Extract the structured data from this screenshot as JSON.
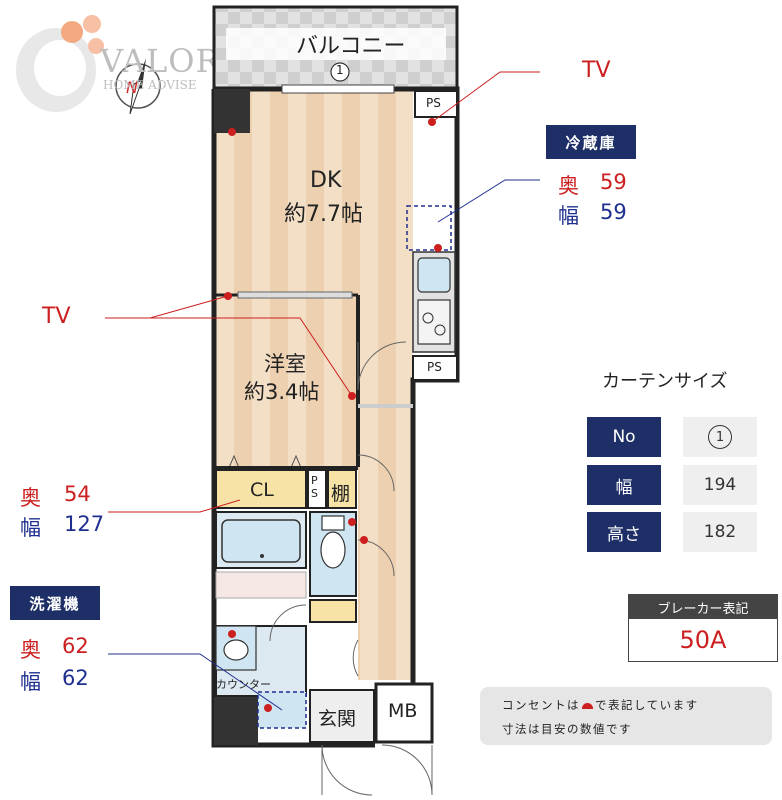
{
  "logo": {
    "brand": "VALOR",
    "tagline": "HOME ADVISE",
    "compass_letter": "N"
  },
  "rooms": {
    "balcony": "バルコニー",
    "dk_name": "DK",
    "dk_size": "約7.7帖",
    "western_name": "洋室",
    "western_size": "約3.4帖",
    "closet": "CL",
    "ps_top": "PS",
    "ps_mid": "PS",
    "ps_small": "P S",
    "shelf": "棚",
    "counter": "カウンター",
    "entrance": "玄関",
    "mb": "MB",
    "window_marker": "1"
  },
  "callouts": {
    "tv_top": "TV",
    "tv_left": "TV",
    "fridge_label": "冷蔵庫",
    "fridge_depth_label": "奥",
    "fridge_depth_value": "59",
    "fridge_width_label": "幅",
    "fridge_width_value": "59",
    "cl_depth_label": "奥",
    "cl_depth_value": "54",
    "cl_width_label": "幅",
    "cl_width_value": "127",
    "washer_label": "洗濯機",
    "washer_depth_label": "奥",
    "washer_depth_value": "62",
    "washer_width_label": "幅",
    "washer_width_value": "62"
  },
  "curtain": {
    "title": "カーテンサイズ",
    "rows": [
      {
        "header": "No",
        "value": "1"
      },
      {
        "header": "幅",
        "value": "194"
      },
      {
        "header": "高さ",
        "value": "182"
      }
    ]
  },
  "breaker": {
    "label": "ブレーカー表記",
    "value": "50A"
  },
  "note": {
    "line1_a": "コンセントは",
    "line1_b": "で表記しています",
    "line2": "寸法は目安の数値です"
  },
  "colors": {
    "navy": "#1d2f66",
    "red": "#cc1f1f",
    "floor": "#f2dcc0",
    "water": "#cfe6f2",
    "closet": "#f7e3a6"
  }
}
